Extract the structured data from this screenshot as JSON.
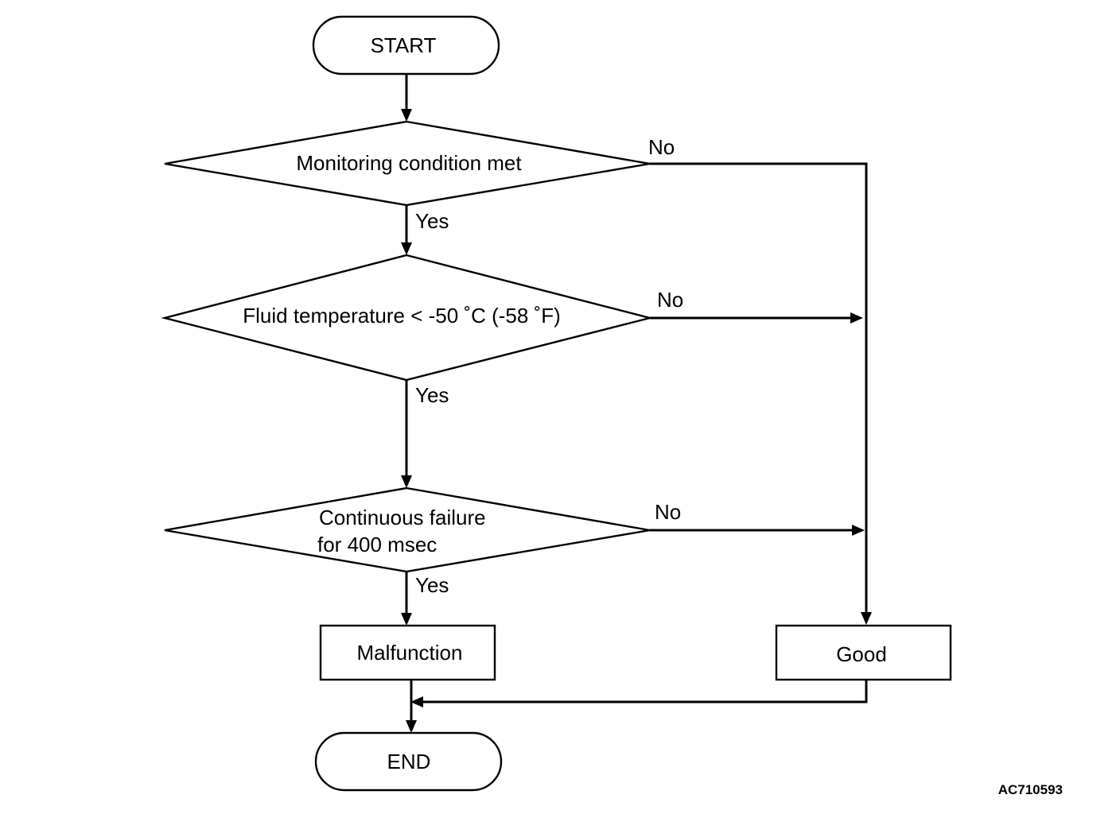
{
  "diagram": {
    "start": "START",
    "end": "END",
    "decisions": [
      {
        "lines": [
          "Monitoring condition met"
        ],
        "yes": "Yes",
        "no": "No"
      },
      {
        "lines": [
          "Fluid temperature < -50 ˚C (-58 ˚F)"
        ],
        "yes": "Yes",
        "no": "No"
      },
      {
        "lines": [
          "Continuous failure",
          "for 400 msec"
        ],
        "yes": "Yes",
        "no": "No"
      }
    ],
    "outcomes": {
      "malfunction": "Malfunction",
      "good": "Good"
    },
    "figure_code": "AC710593"
  }
}
